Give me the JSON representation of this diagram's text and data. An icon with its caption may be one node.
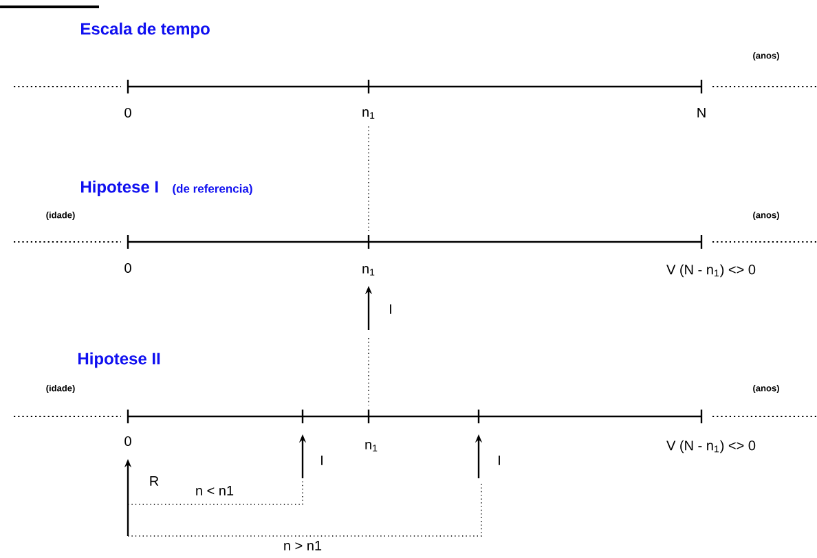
{
  "diagram": {
    "labels": [
      "Escala de tempo",
      "(anos)",
      "0",
      "n$_{1}$",
      "N",
      "Hipotese I",
      "(de referencia)",
      "(idade)",
      "(anos)",
      "0",
      "n$_{1}$",
      "V (N - n$_{1}$) <> 0",
      "I",
      "Hipotese II",
      "(idade)",
      "(anos)",
      "0",
      "n$_{1}$",
      "V (N - n$_{1}$) <> 0",
      "I",
      "I",
      "R",
      "n < n1",
      "n > n1"
    ]
  }
}
